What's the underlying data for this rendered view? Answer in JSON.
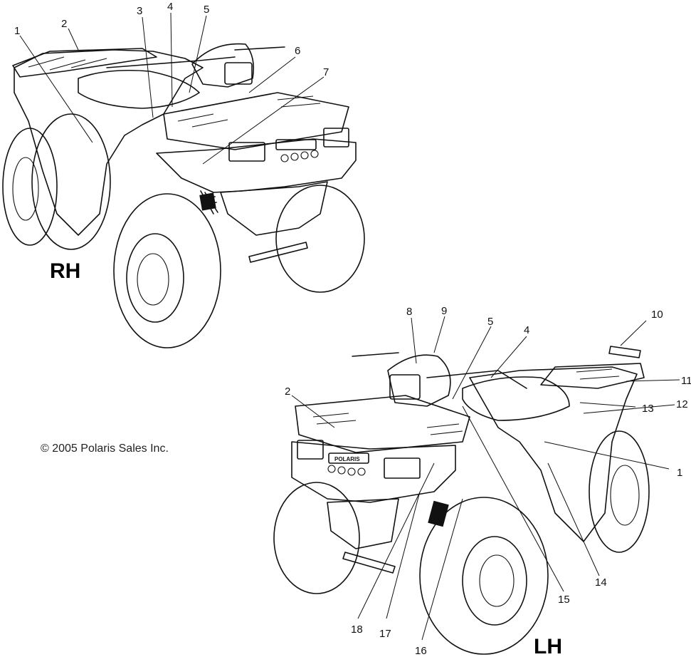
{
  "views": {
    "rh_label": "RH",
    "lh_label": "LH"
  },
  "copyright": "© 2005 Polaris Sales Inc.",
  "brand_plate": "POLARIS",
  "callouts_rh": [
    "1",
    "2",
    "3",
    "4",
    "5",
    "6",
    "7"
  ],
  "callouts_lh": [
    "8",
    "9",
    "5",
    "4",
    "10",
    "2",
    "11",
    "12",
    "13",
    "1",
    "14",
    "15",
    "18",
    "17",
    "16"
  ]
}
